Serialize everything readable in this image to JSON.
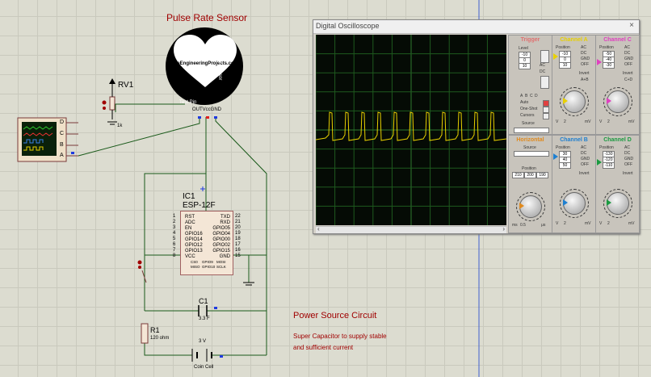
{
  "sensor": {
    "title": "Pulse Rate Sensor",
    "site": "TheEngineeringProjects.com",
    "side_text": "Heart Beat Sensor",
    "test_pin": "Test Pin",
    "pins": "OUTVccGND"
  },
  "rv1": {
    "name": "RV1",
    "value": "1k"
  },
  "scope_symbol_pins": [
    "D",
    "C",
    "B",
    "A"
  ],
  "ic1": {
    "name": "IC1",
    "part": "ESP-12F",
    "left_pins": [
      "RST",
      "ADC",
      "EN",
      "GPIO16",
      "GPIO14",
      "GPIO12",
      "GPIO13",
      "VCC"
    ],
    "right_pins": [
      "TXD",
      "RXD",
      "GPIO05",
      "GPIO04",
      "GPIO00",
      "GPIO02",
      "GPIO15",
      "GND"
    ],
    "bottom_pins": [
      "CS0",
      "MISO",
      "GPIO9",
      "GPIO10",
      "MOSI",
      "SCLK"
    ],
    "left_nums": [
      "1",
      "2",
      "3",
      "4",
      "5",
      "6",
      "7",
      "8"
    ],
    "right_nums": [
      "22",
      "21",
      "20",
      "19",
      "18",
      "17",
      "16",
      "15"
    ]
  },
  "c1": {
    "name": "C1",
    "value": "3.3 F"
  },
  "r1": {
    "name": "R1",
    "value": "120 ohm"
  },
  "battery": {
    "voltage": "3 V",
    "name": "Coin Cell"
  },
  "power": {
    "title": "Power Source Circuit",
    "line1": "Super Capacitor to supply stable",
    "line2": "and sufficient current"
  },
  "oscilloscope": {
    "title": "Digital Oscilloscope",
    "close": "×",
    "trigger": {
      "title": "Trigger",
      "level": "Level",
      "ac": "AC",
      "dc": "DC",
      "auto": "Auto",
      "oneshot": "One-Shot",
      "cursors": "Cursors",
      "source": "Source",
      "level_values": [
        "-10",
        "0",
        "10"
      ],
      "mode_labels": [
        "A",
        "B",
        "C",
        "D"
      ]
    },
    "horizontal": {
      "title": "Horizontal",
      "source": "Source",
      "position": "Position",
      "position_values": [
        "210",
        "200",
        "190"
      ],
      "scale": [
        "ms",
        "μs"
      ],
      "readout": "0.5"
    },
    "channel_a": {
      "title": "Channel A",
      "position": "Position",
      "values": [
        "-10",
        "0",
        "10"
      ],
      "modes": [
        "AC",
        "DC",
        "GND",
        "OFF"
      ],
      "invert": "Invert",
      "combine": "A+B",
      "knob_labels": [
        "V",
        "mV"
      ],
      "knob_value": "2"
    },
    "channel_b": {
      "title": "Channel B",
      "position": "Position",
      "values": [
        "30",
        "40",
        "50"
      ],
      "modes": [
        "AC",
        "DC",
        "GND",
        "OFF"
      ],
      "invert": "Invert",
      "knob_labels": [
        "V",
        "mV"
      ],
      "knob_value": "2"
    },
    "channel_c": {
      "title": "Channel C",
      "position": "Position",
      "values": [
        "-50",
        "-40",
        "-30"
      ],
      "modes": [
        "AC",
        "DC",
        "GND",
        "OFF"
      ],
      "invert": "Invert",
      "combine": "C+D",
      "knob_labels": [
        "V",
        "mV"
      ],
      "knob_value": "2"
    },
    "channel_d": {
      "title": "Channel D",
      "position": "Position",
      "values": [
        "-130",
        "-120",
        "-110"
      ],
      "modes": [
        "AC",
        "DC",
        "GND",
        "OFF"
      ],
      "invert": "Invert",
      "knob_labels": [
        "V",
        "mV"
      ],
      "knob_value": "2"
    },
    "colors": {
      "channel_a": "#e8d000",
      "channel_b": "#1e7fd0",
      "channel_c": "#e040c0",
      "channel_d": "#1a9a40",
      "trigger": "#e07070",
      "horizontal": "#e08a1e"
    }
  }
}
